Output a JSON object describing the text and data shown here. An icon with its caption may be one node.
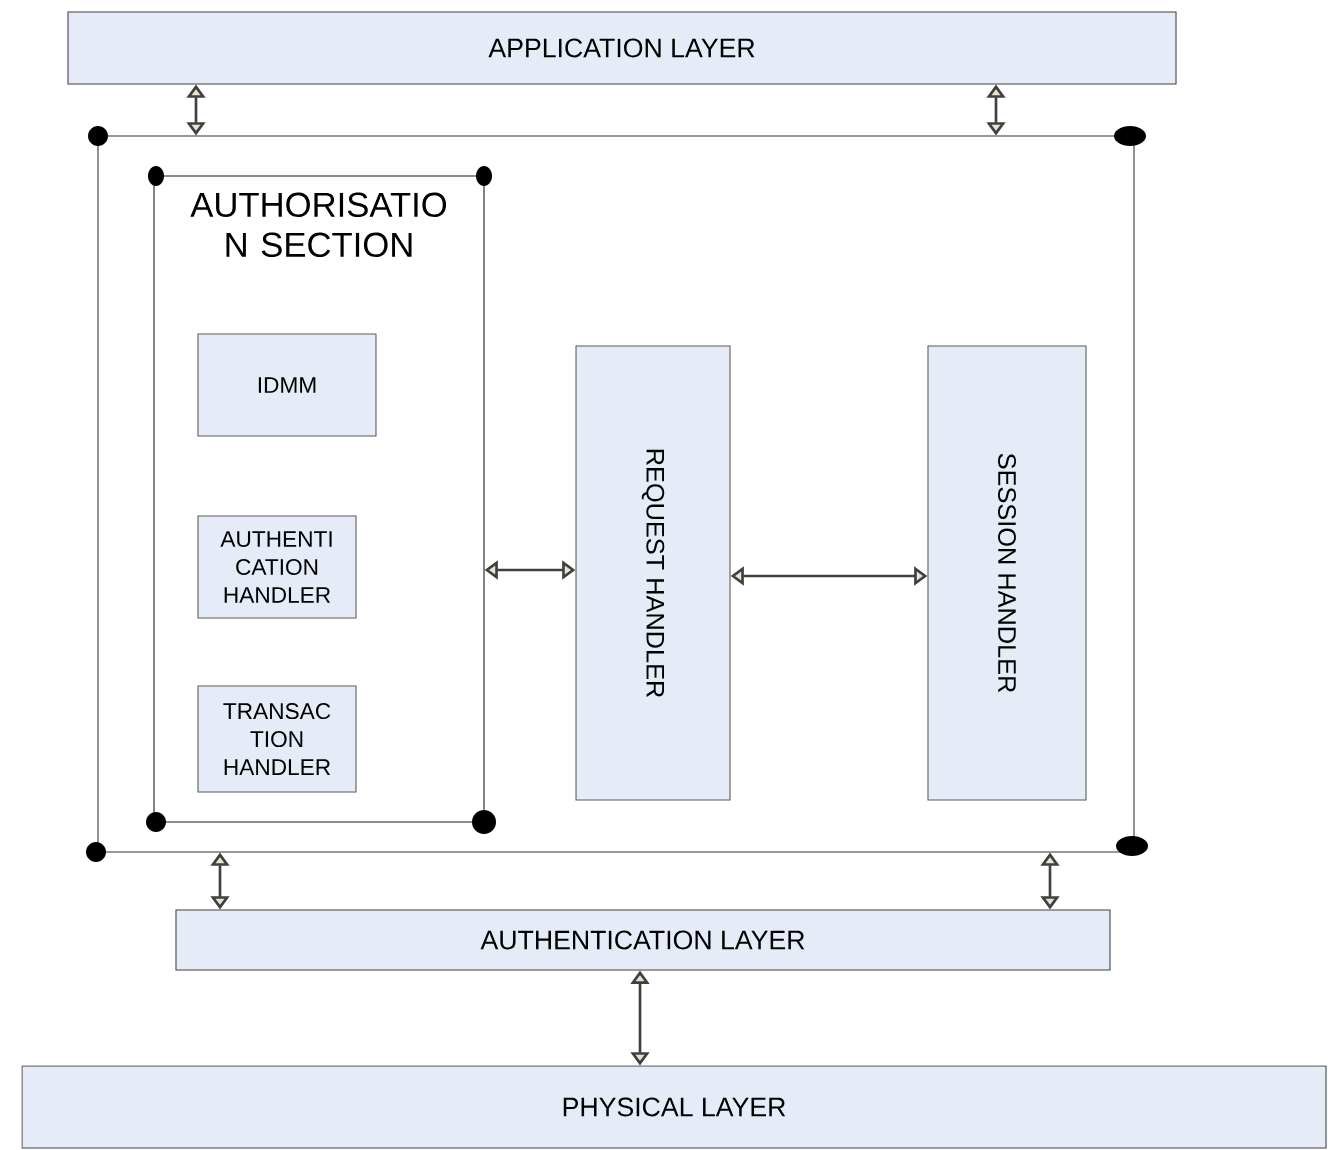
{
  "diagram": {
    "nodes": [
      {
        "text": [
          "APPLICATION LAYER"
        ]
      },
      {
        "text": [],
        "shape": "box"
      },
      {
        "text": [
          "AUTHORISATIO N SECTION"
        ],
        "in": 1
      },
      {
        "text": [
          "IDMM"
        ],
        "in": 2
      },
      {
        "text": [
          "AUTHENTI CATION HANDLER"
        ],
        "in": 2
      },
      {
        "text": [
          "TRANSAC TION HANDLER"
        ],
        "in": 2
      },
      {
        "text": [
          "REQUEST HANDLER"
        ],
        "in": 1
      },
      {
        "text": [
          "SESSION HANDLER"
        ],
        "in": 1
      },
      {
        "text": [
          "AUTHENTICATION LAYER"
        ]
      },
      {
        "text": [
          "PHYSICAL LAYER"
        ]
      }
    ],
    "edges": [
      {
        "from": 0,
        "to": 1,
        "arrow": "both"
      },
      {
        "from": 0,
        "to": 1,
        "arrow": "both"
      },
      {
        "from": 2,
        "to": 6,
        "arrow": "both"
      },
      {
        "from": 6,
        "to": 7,
        "arrow": "both"
      },
      {
        "from": 1,
        "to": 8,
        "arrow": "both"
      },
      {
        "from": 1,
        "to": 8,
        "arrow": "both"
      },
      {
        "from": 8,
        "to": 9,
        "arrow": "both"
      }
    ]
  }
}
